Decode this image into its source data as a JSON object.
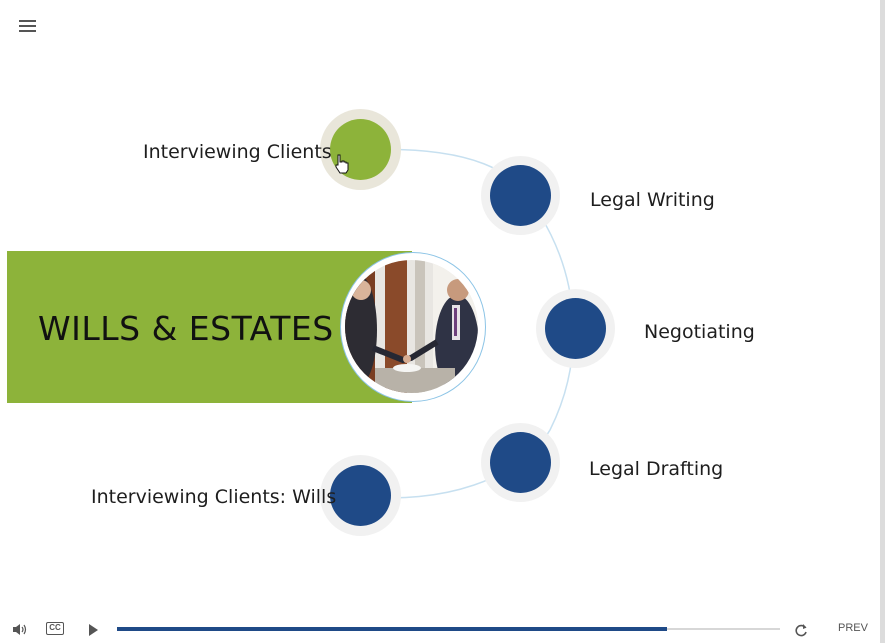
{
  "slide": {
    "title": "WILLS & ESTATES",
    "topics": [
      {
        "label": "Interviewing Clients",
        "state": "active"
      },
      {
        "label": "Legal Writing",
        "state": "default"
      },
      {
        "label": "Negotiating",
        "state": "default"
      },
      {
        "label": "Legal Drafting",
        "state": "default"
      },
      {
        "label": "Interviewing Clients: Wills",
        "state": "default"
      }
    ]
  },
  "player": {
    "menu_icon": "hamburger-icon",
    "volume_icon": "volume-icon",
    "cc_label": "CC",
    "play_icon": "play-icon",
    "replay_icon": "replay-icon",
    "prev_label": "PREV",
    "progress": 0.83
  },
  "colors": {
    "accent_green": "#8db33a",
    "node_blue": "#1f4a87",
    "arc_line": "#c7e0f0"
  }
}
